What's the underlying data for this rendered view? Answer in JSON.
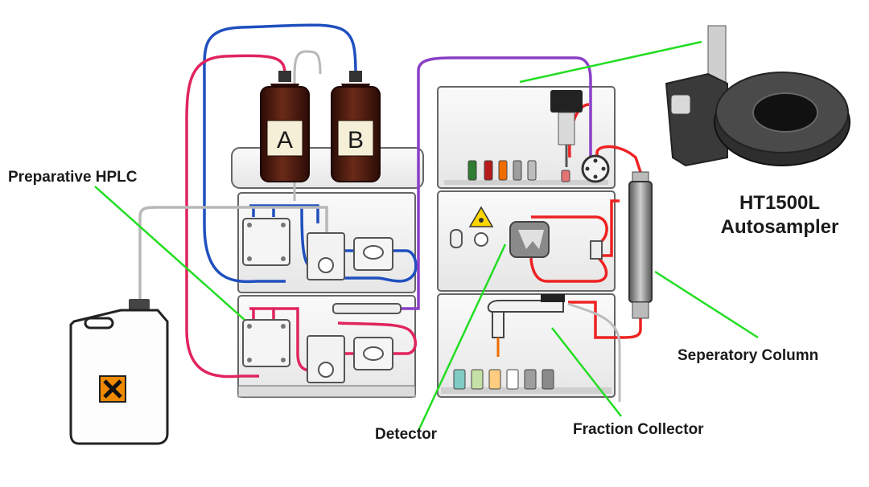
{
  "labels": {
    "preparative_hplc": "Preparative HPLC",
    "autosampler_line1": "HT1500L",
    "autosampler_line2": "Autosampler",
    "separatory_column": "Seperatory Column",
    "detector": "Detector",
    "fraction_collector": "Fraction Collector"
  },
  "bottles": {
    "a": "A",
    "b": "B"
  },
  "colors": {
    "solvent_a_line": "#e0245e",
    "solvent_b_line": "#1f4fbf",
    "sample_line": "#8a3fc7",
    "column_line": "#ee2222",
    "callout_line": "#22dd22",
    "instrument_body": "#f3f3f3",
    "bottle_glass": "#4a1d12"
  },
  "icons": {
    "hazard": "harmful-x-icon",
    "detector_warning": "radiation-warning-icon"
  }
}
